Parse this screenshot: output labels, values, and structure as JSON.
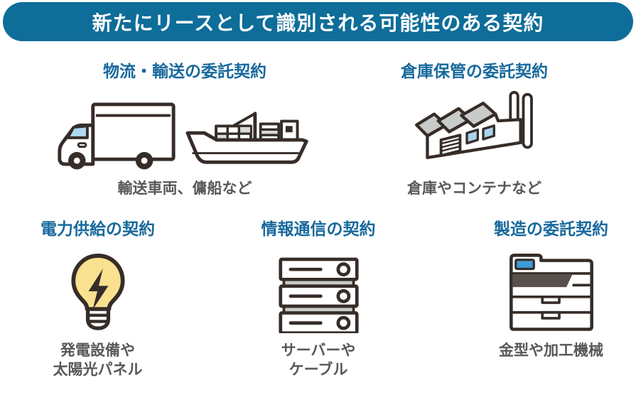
{
  "header": {
    "title": "新たにリースとして識別される可能性のある契約"
  },
  "palette": {
    "header_bg": "#0E6D99",
    "header_text": "#FFFFFF",
    "accent_title": "#17699C",
    "caption_gray": "#595757",
    "icon_outline": "#362D28",
    "icon_gray": "#C9CACA",
    "window_blue": "#AED9F1",
    "screen_blue": "#3E9CD4",
    "bulb_yellow": "#F9E18F",
    "copier_band": "#57504C"
  },
  "groups": [
    {
      "id": "logistics",
      "title": "物流・輸送の委託契約",
      "caption": "輸送車両、傭船など",
      "icons": [
        "truck-icon",
        "ship-icon"
      ]
    },
    {
      "id": "warehouse",
      "title": "倉庫保管の委託契約",
      "caption": "倉庫やコンテナなど",
      "icons": [
        "factory-icon"
      ]
    },
    {
      "id": "power",
      "title": "電力供給の契約",
      "caption": "発電設備や\n太陽光パネル",
      "icons": [
        "lightbulb-icon"
      ]
    },
    {
      "id": "telecom",
      "title": "情報通信の契約",
      "caption": "サーバーや\nケーブル",
      "icons": [
        "server-icon"
      ]
    },
    {
      "id": "manufacturing",
      "title": "製造の委託契約",
      "caption": "金型や加工機械",
      "icons": [
        "copier-icon"
      ]
    }
  ]
}
